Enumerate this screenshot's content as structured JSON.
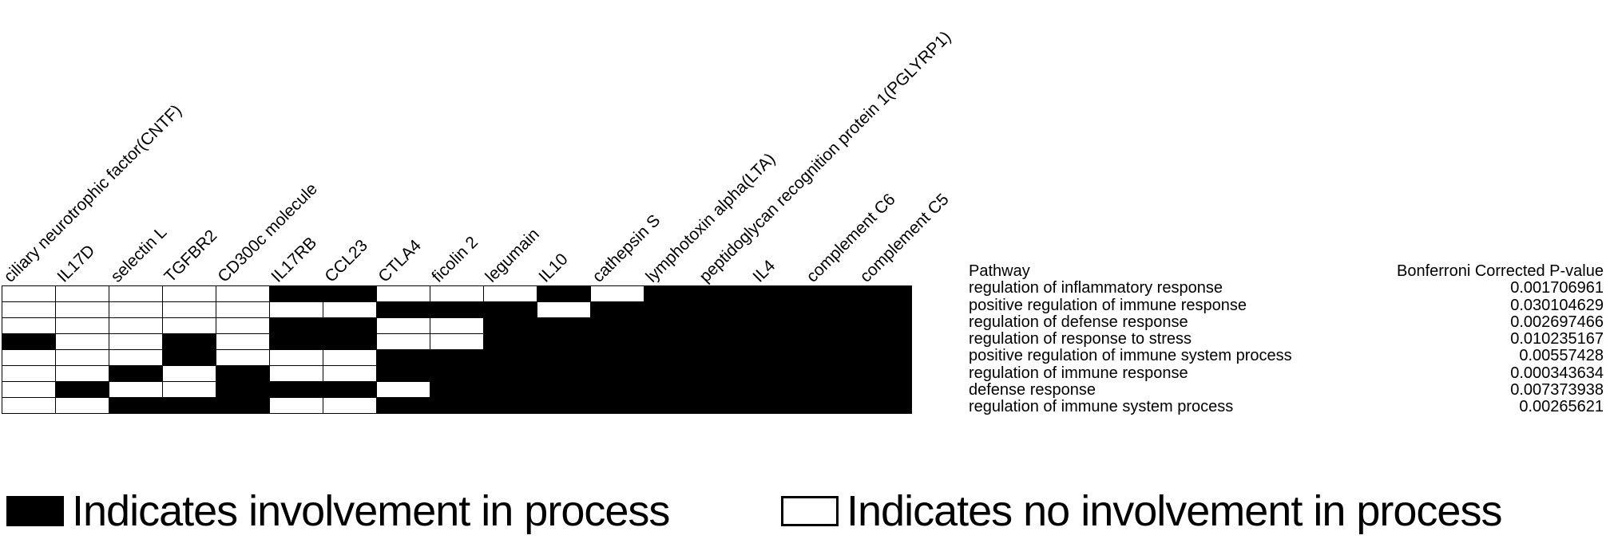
{
  "figure": {
    "type": "presence-absence-matrix",
    "accent_on_color": "#000000",
    "accent_off_color": "#ffffff"
  },
  "columns": [
    {
      "label": "ciliary neurotrophic factor(CNTF)"
    },
    {
      "label": "IL17D"
    },
    {
      "label": "selectin L"
    },
    {
      "label": "TGFBR2"
    },
    {
      "label": "CD300c molecule"
    },
    {
      "label": "IL17RB"
    },
    {
      "label": "CCL23"
    },
    {
      "label": "CTLA4"
    },
    {
      "label": "ficolin 2"
    },
    {
      "label": "legumain"
    },
    {
      "label": "IL10"
    },
    {
      "label": "cathepsin S"
    },
    {
      "label": "lymphotoxin alpha(LTA)"
    },
    {
      "label": "peptidoglycan recognition protein 1(PGLYRP1)"
    },
    {
      "label": "IL4"
    },
    {
      "label": "complement C6"
    },
    {
      "label": "complement C5"
    }
  ],
  "right_panel": {
    "header_pathway": "Pathway",
    "header_pvalue": "Bonferroni Corrected P-value"
  },
  "rows": [
    {
      "pathway": "regulation of inflammatory response",
      "pvalue": "0.001706961",
      "cells": [
        0,
        0,
        0,
        0,
        0,
        1,
        1,
        0,
        0,
        0,
        1,
        0,
        1,
        1,
        1,
        1,
        1
      ]
    },
    {
      "pathway": "positive regulation of immune response",
      "pvalue": "0.030104629",
      "cells": [
        0,
        0,
        0,
        0,
        0,
        0,
        0,
        1,
        1,
        1,
        0,
        1,
        1,
        1,
        1,
        1,
        1
      ]
    },
    {
      "pathway": "regulation of defense response",
      "pvalue": "0.002697466",
      "cells": [
        0,
        0,
        0,
        0,
        0,
        1,
        1,
        0,
        0,
        1,
        1,
        1,
        1,
        1,
        1,
        1,
        1
      ]
    },
    {
      "pathway": "regulation of response to stress",
      "pvalue": "0.010235167",
      "cells": [
        1,
        0,
        0,
        1,
        0,
        1,
        1,
        0,
        0,
        1,
        1,
        1,
        1,
        1,
        1,
        1,
        1
      ]
    },
    {
      "pathway": "positive regulation of immune system process",
      "pvalue": "0.00557428",
      "cells": [
        0,
        0,
        0,
        1,
        0,
        0,
        0,
        1,
        1,
        1,
        1,
        1,
        1,
        1,
        1,
        1,
        1
      ]
    },
    {
      "pathway": "regulation of immune response",
      "pvalue": "0.000343634",
      "cells": [
        0,
        0,
        1,
        0,
        1,
        0,
        0,
        1,
        1,
        1,
        1,
        1,
        1,
        1,
        1,
        1,
        1
      ]
    },
    {
      "pathway": "defense response",
      "pvalue": "0.007373938",
      "cells": [
        0,
        1,
        0,
        0,
        1,
        1,
        1,
        0,
        1,
        1,
        1,
        1,
        1,
        1,
        1,
        1,
        1
      ]
    },
    {
      "pathway": "regulation of immune system process",
      "pvalue": "0.00265621",
      "cells": [
        0,
        0,
        1,
        1,
        1,
        0,
        0,
        1,
        1,
        1,
        1,
        1,
        1,
        1,
        1,
        1,
        1
      ]
    }
  ],
  "legend": {
    "involved_label": "Indicates involvement in process",
    "not_involved_label": "Indicates no involvement in process"
  }
}
